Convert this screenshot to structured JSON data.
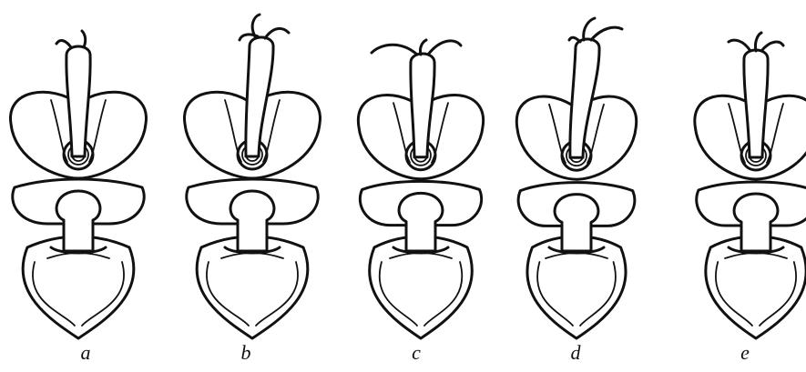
{
  "figure": {
    "panels": [
      {
        "label": "a",
        "variant": "two-small-hooks"
      },
      {
        "label": "b",
        "variant": "two-large-hooks"
      },
      {
        "label": "c",
        "variant": "wide-spread-hooks"
      },
      {
        "label": "d",
        "variant": "two-hooks-right"
      },
      {
        "label": "e",
        "variant": "three-hooks"
      }
    ],
    "ink_color": "#111111",
    "background": "#ffffff"
  }
}
